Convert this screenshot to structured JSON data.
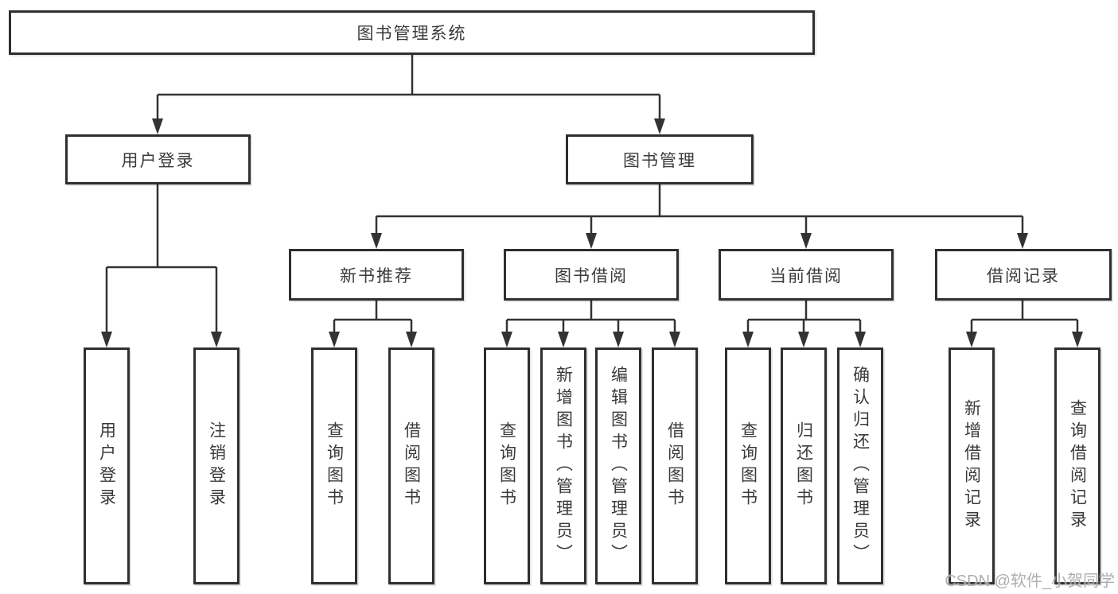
{
  "diagram": {
    "type": "hierarchy-tree",
    "root": {
      "label": "图书管理系统"
    },
    "branches": [
      {
        "label": "用户登录",
        "children": [
          {
            "label": "用户登录"
          },
          {
            "label": "注销登录"
          }
        ]
      },
      {
        "label": "图书管理",
        "children": [
          {
            "label": "新书推荐",
            "children": [
              {
                "label": "查询图书"
              },
              {
                "label": "借阅图书"
              }
            ]
          },
          {
            "label": "图书借阅",
            "children": [
              {
                "label": "查询图书"
              },
              {
                "label": "新增图书（管理员）"
              },
              {
                "label": "编辑图书（管理员）"
              },
              {
                "label": "借阅图书"
              }
            ]
          },
          {
            "label": "当前借阅",
            "children": [
              {
                "label": "查询图书"
              },
              {
                "label": "归还图书"
              },
              {
                "label": "确认归还（管理员）"
              }
            ]
          },
          {
            "label": "借阅记录",
            "children": [
              {
                "label": "新增借阅记录"
              },
              {
                "label": "查询借阅记录"
              }
            ]
          }
        ]
      }
    ]
  },
  "watermark": {
    "text": "CSDN @软件_小贺同学"
  },
  "colors": {
    "line": "#333333",
    "border": "#2f2f2f",
    "text": "#3a3a3a",
    "watermark": "#a6a6a6",
    "background": "#ffffff"
  }
}
